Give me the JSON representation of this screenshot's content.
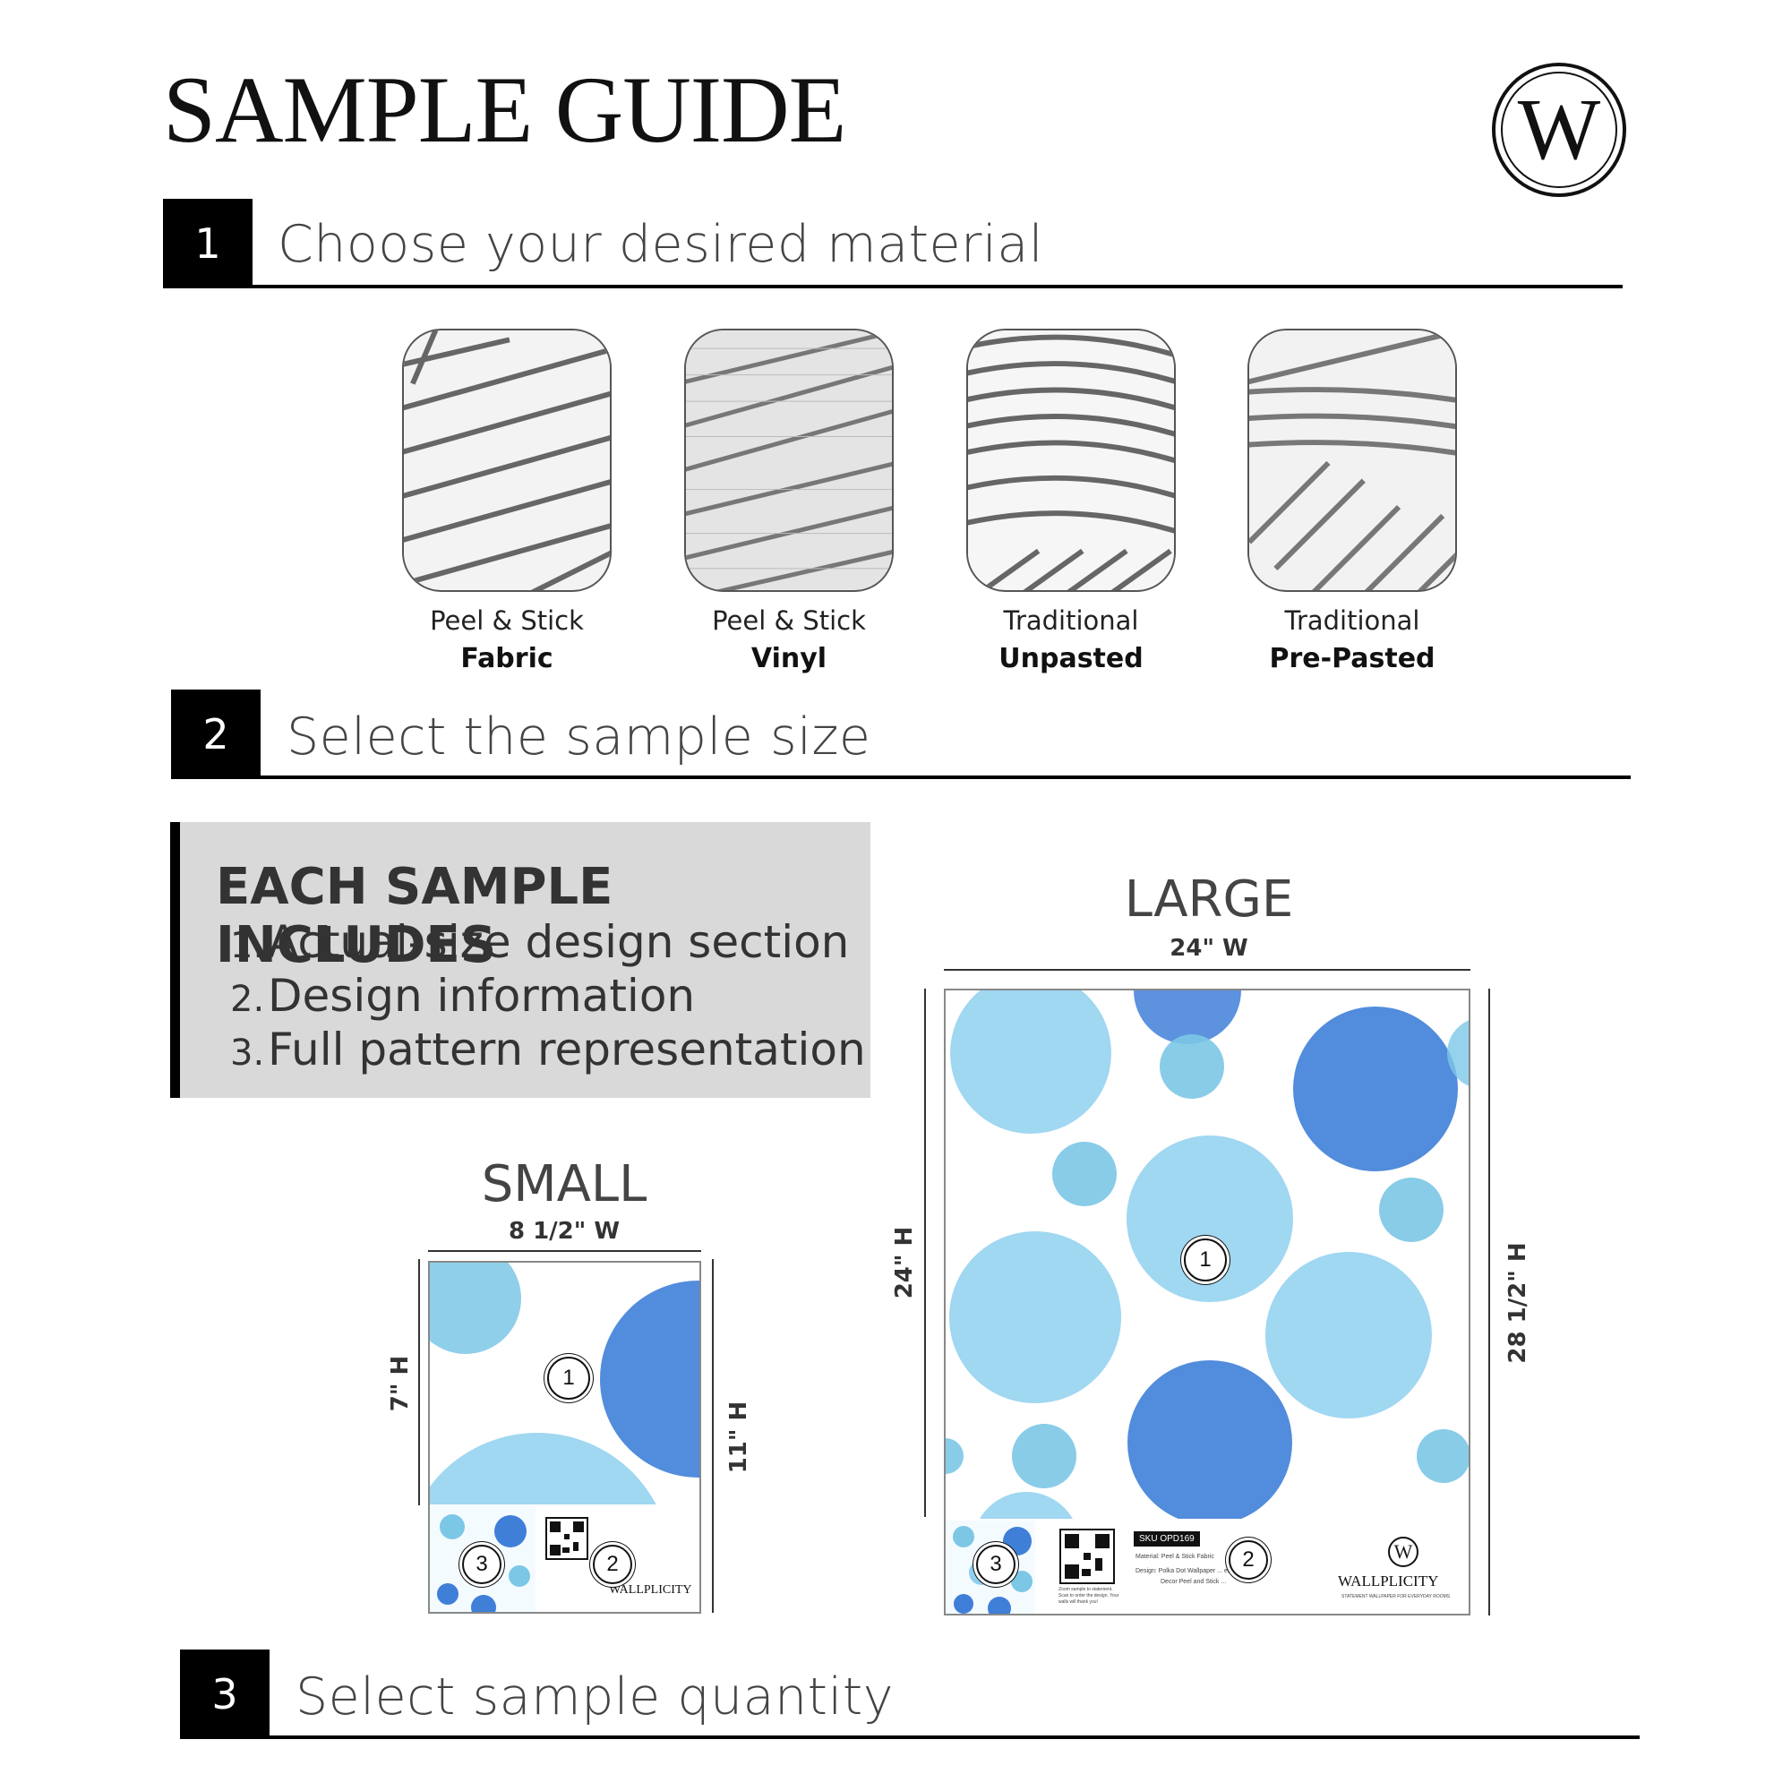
{
  "header": {
    "title": "SAMPLE GUIDE",
    "logo_letter": "W"
  },
  "steps": [
    {
      "number": "1",
      "label": "Choose your desired material"
    },
    {
      "number": "2",
      "label": "Select the sample size"
    },
    {
      "number": "3",
      "label": "Select sample quantity"
    }
  ],
  "materials": [
    {
      "line1": "Peel & Stick",
      "line2": "Fabric"
    },
    {
      "line1": "Peel & Stick",
      "line2": "Vinyl"
    },
    {
      "line1": "Traditional",
      "line2": "Unpasted"
    },
    {
      "line1": "Traditional",
      "line2": "Pre-Pasted"
    }
  ],
  "includes": {
    "title": "EACH SAMPLE INCLUDES",
    "items": [
      {
        "num": "1.",
        "text": "Actual-size design section"
      },
      {
        "num": "2.",
        "text": "Design information"
      },
      {
        "num": "3.",
        "text": "Full pattern representation"
      }
    ]
  },
  "small": {
    "title": "SMALL",
    "width": "8 1/2\" W",
    "height_design": "7\" H",
    "height_total": "11\" H",
    "brand": "WALLPLICITY"
  },
  "large": {
    "title": "LARGE",
    "width": "24\" W",
    "height_design": "24\" H",
    "height_total": "28 1/2\" H",
    "sku": "SKU OPD169",
    "material_line": "Material: Peel & Stick Fabric",
    "design_line": "Design: Polka Dot Wallpaper ... ercolor Wall",
    "design_line2": "Decor Peel and Stick ...",
    "qr_caption": "Zoom sample to statement. Scan to order the design. Your walls will thank you!",
    "brand": "WALLPLICITY",
    "tagline": "STATEMENT WALLPAPER FOR EVERYDAY ROOMS",
    "logo_letter": "W"
  },
  "markers": {
    "design": "1",
    "info": "2",
    "pattern": "3"
  }
}
